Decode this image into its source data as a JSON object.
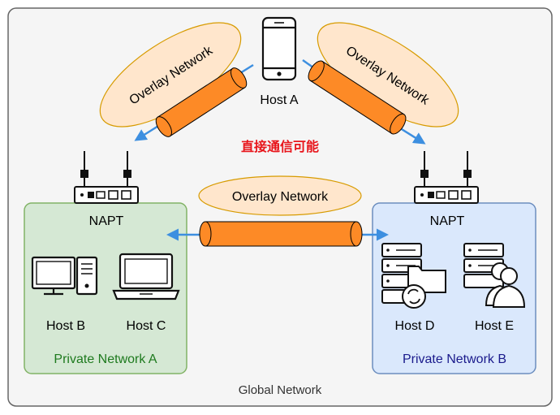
{
  "global_network": {
    "label": "Global Network"
  },
  "overlay_labels": [
    "Overlay Network",
    "Overlay Network",
    "Overlay Network"
  ],
  "host_a": {
    "label": "Host A"
  },
  "direct_comm": {
    "label": "直接通信可能",
    "color": "#e8151b"
  },
  "napt_left": {
    "label": "NAPT"
  },
  "napt_right": {
    "label": "NAPT"
  },
  "private_a": {
    "label": "Private Network A",
    "label_color": "#1e7a1e",
    "fill": "#d5e8d4",
    "stroke": "#82b366",
    "hosts": [
      "Host B",
      "Host C"
    ]
  },
  "private_b": {
    "label": "Private Network B",
    "label_color": "#1a1a8c",
    "fill": "#dae8fc",
    "stroke": "#6c8ebf",
    "hosts": [
      "Host D",
      "Host E"
    ]
  },
  "colors": {
    "tunnel": "#fd8a26",
    "tunnel_edge": "#000000",
    "overlay_ellipse_fill": "#ffe6cc",
    "overlay_ellipse_stroke": "#d79b00",
    "arrow": "#3d8fe0",
    "global_bg": "#f5f5f5",
    "global_stroke": "#666666"
  },
  "icons": [
    "smartphone-icon",
    "router-icon",
    "desktop-pc-icon",
    "laptop-icon",
    "server-folder-icon",
    "server-users-icon"
  ]
}
